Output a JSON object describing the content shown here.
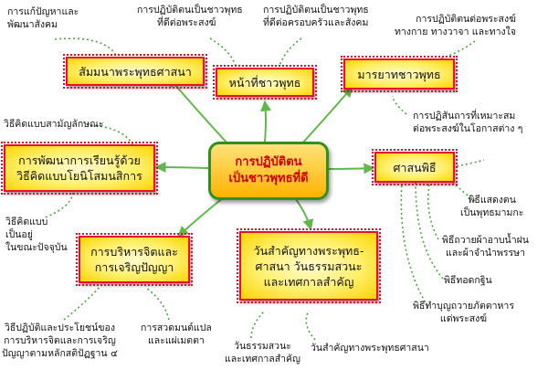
{
  "center": {
    "line1": "การปฏิบัติตน",
    "line2": "เป็นชาวพุทธที่ดี"
  },
  "topics": {
    "seminar": "สัมมนาพระพุทธศาสนา",
    "duty": "หน้าที่ชาวพุทธ",
    "manners": "มารยาทชาวพุทธ",
    "ceremony": "ศาสนพิธี",
    "learning_l1": "การพัฒนาการเรียนรู้ด้วย",
    "learning_l2": "วิธีคิดแบบโยนิโสมนสิการ",
    "mind_l1": "การบริหารจิตและ",
    "mind_l2": "การเจริญปัญญา",
    "days_l1": "วันสำคัญทางพระพุทธ-",
    "days_l2": "ศาสนา วันธรรมสวนะ",
    "days_l3": "และเทศกาลสำคัญ"
  },
  "notes": {
    "problem_l1": "การแก้ปัญหาและ",
    "problem_l2": "พัฒนาสังคม",
    "monk_l1": "การปฏิบัติตนเป็นชาวพุทธ",
    "monk_l2": "ที่ดีต่อพระสงฆ์",
    "family_l1": "การปฏิบัติตนเป็นชาวพุทธ",
    "family_l2": "ที่ดีต่อครอบครัวและสังคม",
    "body_l1": "การปฏิบัติตนต่อพระสงฆ์",
    "body_l2": "ทางกาย ทางวาจา และทางใจ",
    "talk_l1": "การปฏิสันถารที่เหมาะสม",
    "talk_l2": "ต่อพระสงฆ์ในโอกาสต่าง ๆ",
    "samanya": "วิธีคิดแบบสามัญลักษณะ",
    "present_l1": "วิธีคิดแบบ",
    "present_l2": "เป็นอยู่",
    "present_l3": "ในขณะปัจจุบัน",
    "practice_l1": "วิธีปฏิบัติและประโยชน์ของ",
    "practice_l2": "การบริหารจิตและการเจริญ",
    "practice_l3": "ปัญญาตามหลักสติปัฏฐาน ๔",
    "chant_l1": "การสวดมนต์แปล",
    "chant_l2": "และแผ่เมตตา",
    "sabbath_l1": "วันธรรมสวนะ",
    "sabbath_l2": "และเทศกาลสำคัญ",
    "important_days": "วันสำคัญทางพระพุทธศาสนา",
    "ordination_l1": "พิธีแสดงตน",
    "ordination_l2": "เป็นพุทธมามกะ",
    "robe_l1": "พิธีถวายผ้าอาบน้ำฝน",
    "robe_l2": "และผ้าจำนำพรรษา",
    "kathin": "พิธีทอดกฐิน",
    "food_l1": "พิธีทำบุญถวายภัตตาหาร",
    "food_l2": "แด่พระสงฆ์"
  },
  "colors": {
    "branch": "#5fb94a",
    "dotted": "#49a83a",
    "border": "#e60f2c",
    "center_text": "#d10000"
  }
}
